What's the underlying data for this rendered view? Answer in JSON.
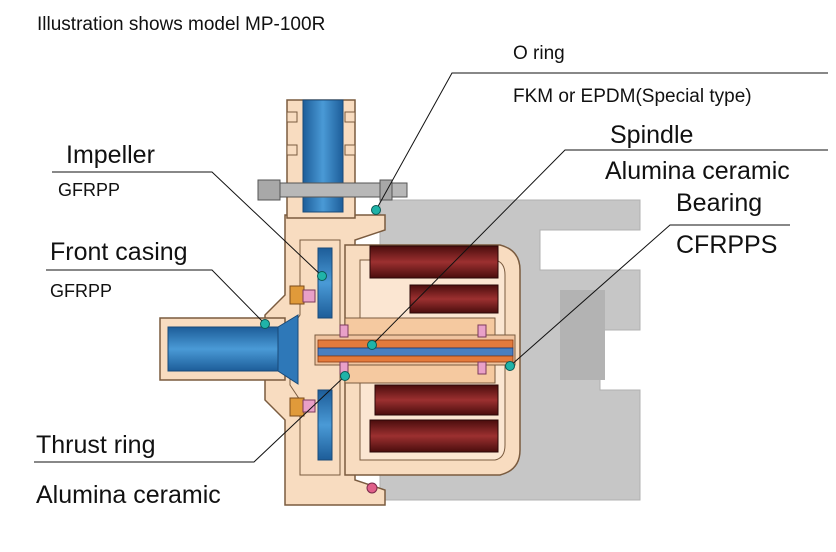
{
  "caption": "Illustration shows model MP-100R",
  "parts": [
    {
      "key": "o_ring",
      "name": "O ring",
      "material": "FKM or EPDM(Special type)"
    },
    {
      "key": "spindle",
      "name": "Spindle",
      "material": "Alumina ceramic"
    },
    {
      "key": "bearing",
      "name": "Bearing",
      "material": "CFRPPS"
    },
    {
      "key": "impeller",
      "name": "Impeller",
      "material": "GFRPP"
    },
    {
      "key": "front_casing",
      "name": "Front casing",
      "material": "GFRPP"
    },
    {
      "key": "thrust_ring",
      "name": "Thrust ring",
      "material": "Alumina ceramic"
    }
  ],
  "colors": {
    "casing": "#f8dcc0",
    "rear_housing": "#c6c6c6",
    "stator_coil": "#7a1c1c",
    "impeller_blue": "#2e78b8",
    "spindle_blue": "#4a7fc0",
    "callout_dot": "#1fb3a8",
    "shaft_orange": "#e47a3c",
    "bearing_pink": "#e9a0c8"
  }
}
